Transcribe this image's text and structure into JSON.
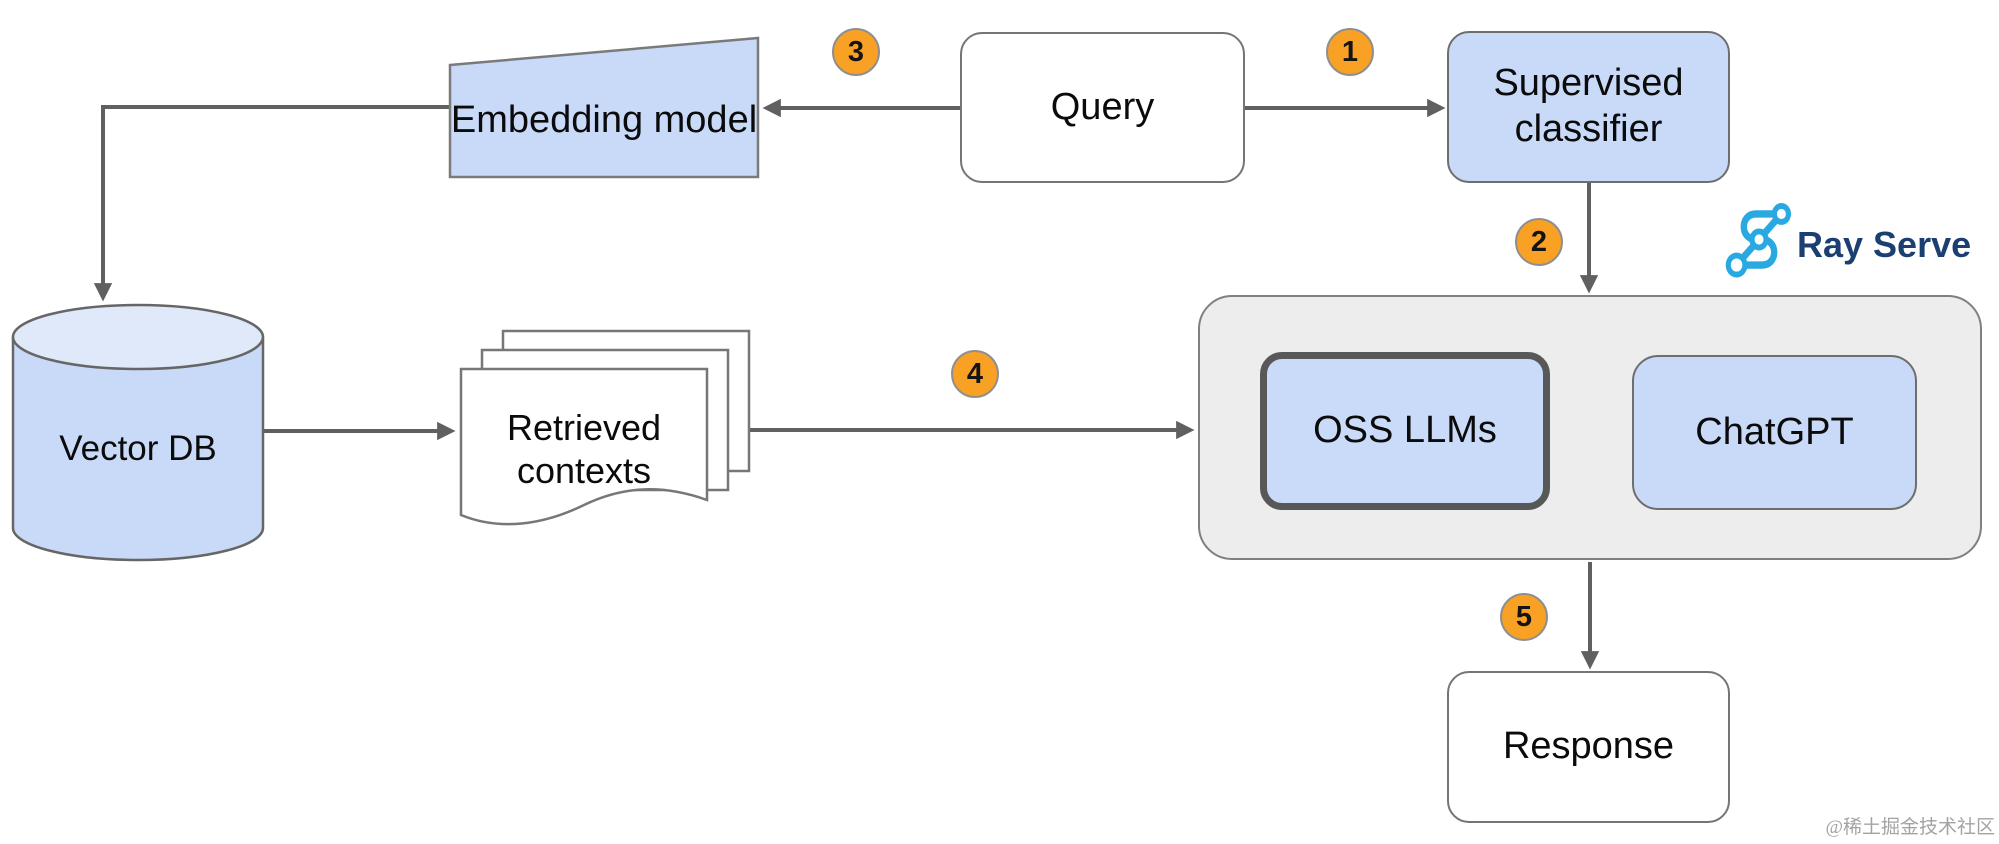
{
  "diagram": {
    "title_context": "RAG query flow with Ray Serve",
    "nodes": {
      "embedding_model": "Embedding model",
      "query": "Query",
      "supervised_classifier": "Supervised classifier",
      "vector_db": "Vector DB",
      "retrieved_contexts": "Retrieved contexts",
      "oss_llms": "OSS LLMs",
      "chatgpt": "ChatGPT",
      "response": "Response"
    },
    "badges": [
      "1",
      "2",
      "3",
      "4",
      "5"
    ],
    "edges": [
      {
        "step": "1",
        "from": "query",
        "to": "supervised_classifier"
      },
      {
        "step": "2",
        "from": "supervised_classifier",
        "to": "llm_container"
      },
      {
        "step": "3",
        "from": "query",
        "to": "embedding_model"
      },
      {
        "step": "",
        "from": "embedding_model",
        "to": "vector_db"
      },
      {
        "step": "",
        "from": "vector_db",
        "to": "retrieved_contexts"
      },
      {
        "step": "4",
        "from": "retrieved_contexts",
        "to": "llm_container"
      },
      {
        "step": "5",
        "from": "llm_container",
        "to": "response"
      }
    ],
    "logo": {
      "text": "Ray Serve",
      "icon_color": "#29a9e1",
      "text_color": "#1c3f72"
    },
    "watermark": "@稀土掘金技术社区",
    "colors": {
      "node_blue": "#c9daf8",
      "container_gray": "#ededed",
      "arrow_gray": "#606060",
      "badge_orange": "#f9a125",
      "border_gray": "#6e6e6e"
    }
  }
}
